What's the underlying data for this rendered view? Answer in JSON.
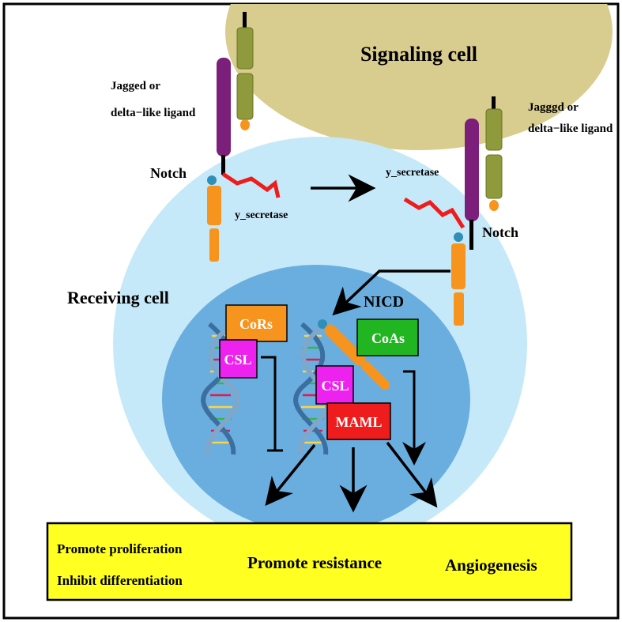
{
  "signaling_cell": {
    "label": "Signaling cell"
  },
  "receiving_cell": {
    "label": "Receiving cell"
  },
  "left_receptor": {
    "ligand_label_line1": "Jagged or",
    "ligand_label_line2": "delta−like ligand",
    "notch_label": "Notch",
    "secretase_label": "y_secretase"
  },
  "right_receptor": {
    "ligand_label_line1": "Jagggd or",
    "ligand_label_line2": "delta−like ligand",
    "notch_label": "Notch",
    "secretase_label": "y_secretase"
  },
  "nucleus": {
    "nicd_label": "NICD",
    "cors_label": "CoRs",
    "csl_left_label": "CSL",
    "coas_label": "CoAs",
    "csl_right_label": "CSL",
    "maml_label": "MAML"
  },
  "outcomes": {
    "line1": "Promote proliferation",
    "line2": "Inhibit differentiation",
    "resistance": "Promote resistance",
    "angiogenesis": "Angiogenesis"
  },
  "colors": {
    "signaling_cell": "#d9cc8f",
    "receiving_cell": "#c6e9f9",
    "nucleus": "#6aaee0",
    "notch": "#f7941d",
    "ligand_purple": "#7b1f7b",
    "ligand_green": "#8e9a3c",
    "cors": "#f7941d",
    "csl": "#ee22ee",
    "coas": "#22b522",
    "maml": "#ee1c1c",
    "outcome_box": "#ffff22"
  }
}
